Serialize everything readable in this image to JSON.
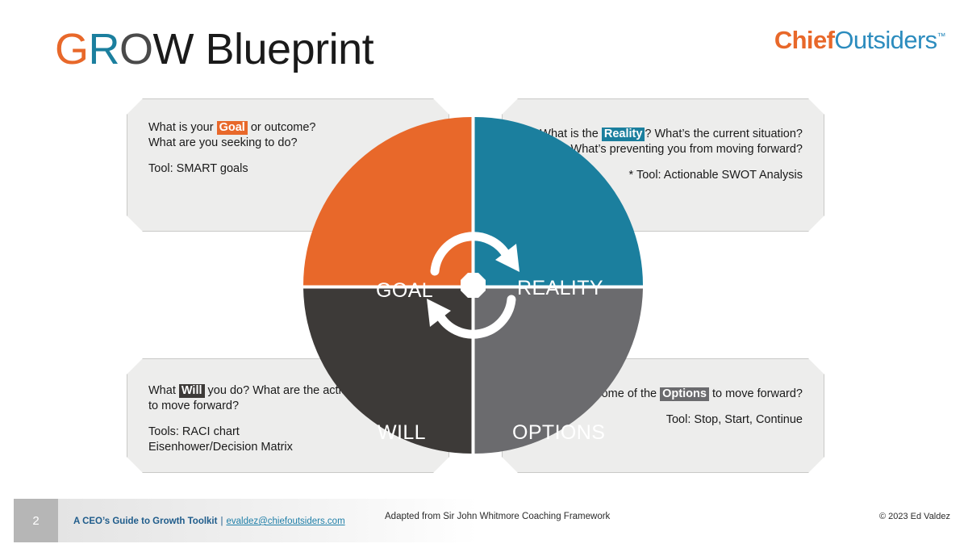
{
  "title": {
    "g": "G",
    "r": "R",
    "o": "O",
    "w": "W",
    "rest": " Blueprint",
    "full": "GROW Blueprint"
  },
  "logo": {
    "mark": "chief-outsiders-crescent-logo",
    "word_primary": "Chief",
    "word_secondary": "Outsiders",
    "trademark": "™"
  },
  "colors": {
    "goal": "#E8682A",
    "reality": "#1B7F9E",
    "will": "#3D3A38",
    "options": "#6B6B6E",
    "callout_bg": "#EDEDEC",
    "callout_border": "#C9C9C7",
    "footer_accent": "#1F5C8B",
    "footer_link": "#1F7FA8",
    "page_box": "#B6B6B6"
  },
  "wheel": {
    "quadrants": [
      {
        "key": "goal",
        "label": "GOAL",
        "color": "#E8682A",
        "position": "top-left"
      },
      {
        "key": "reality",
        "label": "REALITY",
        "color": "#1B7F9E",
        "position": "top-right"
      },
      {
        "key": "options",
        "label": "OPTIONS",
        "color": "#6B6B6E",
        "position": "bottom-right"
      },
      {
        "key": "will",
        "label": "WILL",
        "color": "#3D3A38",
        "position": "bottom-left"
      }
    ],
    "center_icon": "cyclical-arrows-icon"
  },
  "callouts": {
    "goal": {
      "question_pre": "What is your ",
      "keyword": "Goal",
      "question_post": " or outcome?",
      "question_line2": "What are you seeking to do?",
      "tool": "Tool: SMART goals"
    },
    "reality": {
      "question_pre": "What is the ",
      "keyword": "Reality",
      "question_post": "? What’s the current situation? What’s preventing you from moving forward?",
      "tool": "* Tool: Actionable SWOT Analysis"
    },
    "will": {
      "question_pre": "What ",
      "keyword": "Will",
      "question_post": " you do? What are the actions you will take to move forward?",
      "tool_line1": "Tools: RACI chart",
      "tool_line2": "Eisenhower/Decision Matrix"
    },
    "options": {
      "question_pre": "What are some of the ",
      "keyword": "Options",
      "question_post": " to move forward?",
      "tool": "Tool: Stop, Start, Continue"
    }
  },
  "footer": {
    "page_number": "2",
    "toolkit": "A CEO’s Guide to Growth Toolkit",
    "separator": "|",
    "email": "evaldez@chiefoutsiders.com",
    "adapted": "Adapted from Sir John Whitmore Coaching Framework",
    "copyright": "© 2023 Ed Valdez"
  }
}
